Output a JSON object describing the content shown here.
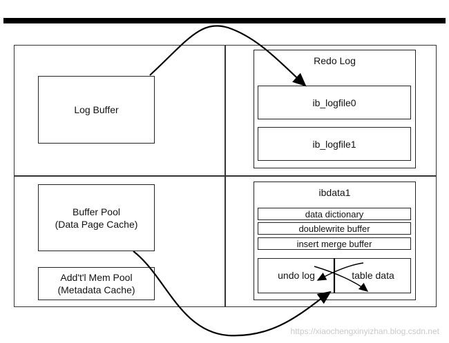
{
  "log_buffer": "Log Buffer",
  "buffer_pool": "Buffer Pool\n(Data Page Cache)",
  "mem_pool": "Add't'l Mem Pool\n(Metadata Cache)",
  "redo_log": {
    "title": "Redo Log",
    "files": [
      "ib_logfile0",
      "ib_logfile1"
    ]
  },
  "ibdata": {
    "title": "ibdata1",
    "segments": [
      "data dictionary",
      "doublewrite buffer",
      "insert merge buffer"
    ],
    "undo_log": "undo log",
    "table_data": "table data"
  },
  "watermark": "https://xiaochengxinyizhan.blog.csdn.net"
}
